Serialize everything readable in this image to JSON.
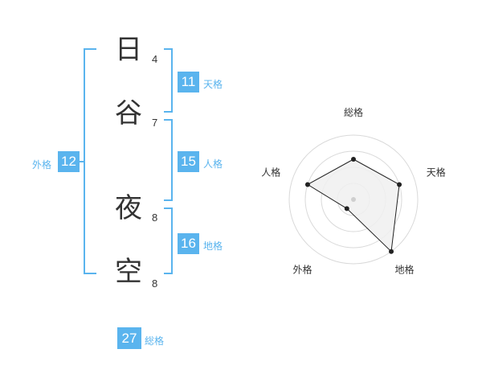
{
  "characters": [
    {
      "char": "日",
      "strokes": "4"
    },
    {
      "char": "谷",
      "strokes": "7"
    },
    {
      "char": "夜",
      "strokes": "8"
    },
    {
      "char": "空",
      "strokes": "8"
    }
  ],
  "fortunes": {
    "tenkaku": {
      "label": "天格",
      "value": "11"
    },
    "jinkaku": {
      "label": "人格",
      "value": "15"
    },
    "chikaku": {
      "label": "地格",
      "value": "16"
    },
    "gaikaku": {
      "label": "外格",
      "value": "12"
    },
    "soukaku": {
      "label": "総格",
      "value": "27"
    }
  },
  "chart_data": {
    "type": "radar",
    "axes": [
      "総格",
      "天格",
      "地格",
      "外格",
      "人格"
    ],
    "values": [
      2.5,
      3,
      4,
      0.7,
      3
    ],
    "range": [
      0,
      4
    ],
    "rings": 4,
    "colors": {
      "fill": "#f0f0f0",
      "line": "#222222",
      "grid": "#d9d9d9"
    }
  }
}
